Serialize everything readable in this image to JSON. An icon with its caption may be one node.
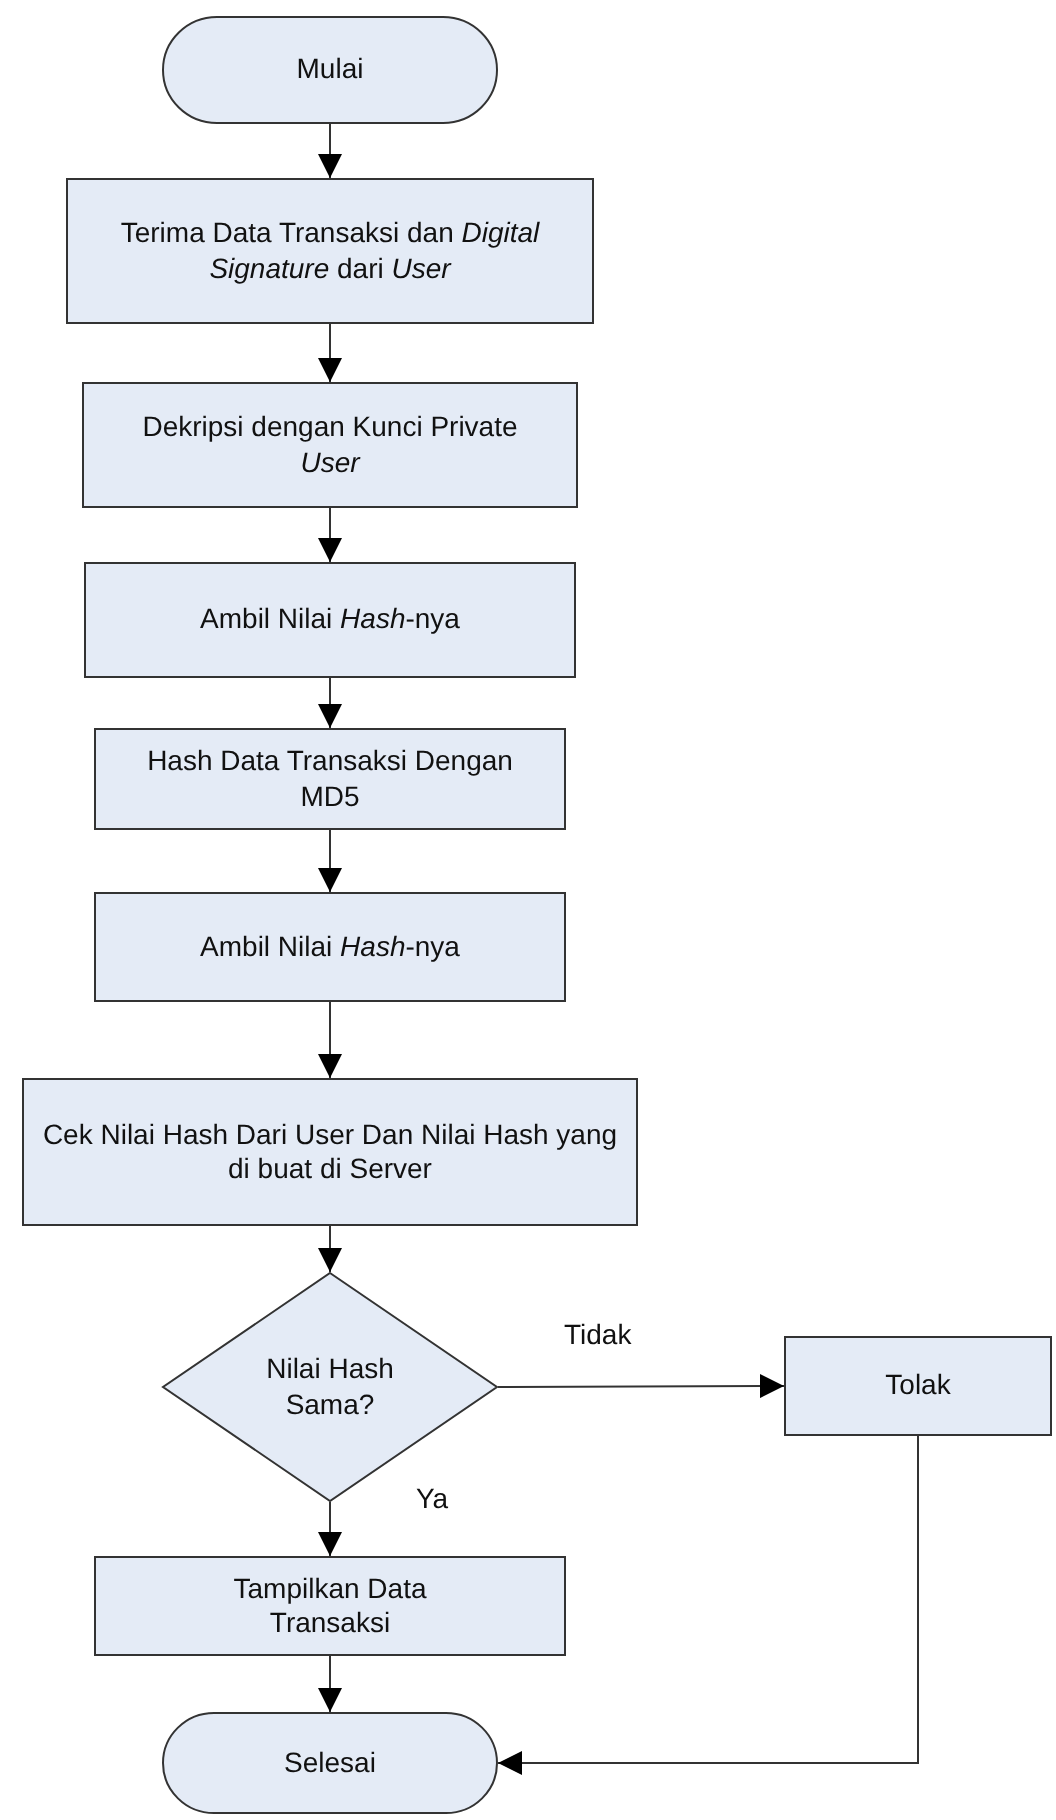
{
  "diagram": {
    "nodes": [
      {
        "text": [
          "Mulai"
        ]
      },
      {
        "text": [
          "Terima Data Transaksi dan *Digital Signature* dari *User*"
        ]
      },
      {
        "text": [
          "Dekripsi dengan Kunci Private *User*"
        ]
      },
      {
        "text": [
          "Ambil Nilai *Hash*-nya"
        ]
      },
      {
        "text": [
          "Hash Data Transaksi Dengan MD5"
        ]
      },
      {
        "text": [
          "Ambil Nilai *Hash*-nya"
        ]
      },
      {
        "text": [
          "Cek Nilai Hash Dari User Dan Nilai Hash yang di buat di Server"
        ]
      },
      {
        "text": [
          "Nilai Hash Sama?"
        ]
      },
      {
        "text": [
          "Tolak"
        ]
      },
      {
        "text": [
          "Tampilkan Data Transaksi"
        ]
      },
      {
        "text": [
          "Selesai"
        ]
      }
    ],
    "edges": [
      {
        "from": 0,
        "to": 1,
        "arrow": "to"
      },
      {
        "from": 1,
        "to": 2,
        "arrow": "to"
      },
      {
        "from": 2,
        "to": 3,
        "arrow": "to"
      },
      {
        "from": 3,
        "to": 4,
        "arrow": "to"
      },
      {
        "from": 4,
        "to": 5,
        "arrow": "to"
      },
      {
        "from": 5,
        "to": 6,
        "arrow": "to"
      },
      {
        "from": 6,
        "to": 7,
        "arrow": "to"
      },
      {
        "from": 7,
        "to": 8,
        "arrow": "to",
        "label": "Tidak"
      },
      {
        "from": 7,
        "to": 9,
        "arrow": "to",
        "label": "Ya"
      },
      {
        "from": 9,
        "to": 10,
        "arrow": "to"
      },
      {
        "from": 8,
        "to": 10,
        "arrow": "to"
      }
    ]
  }
}
